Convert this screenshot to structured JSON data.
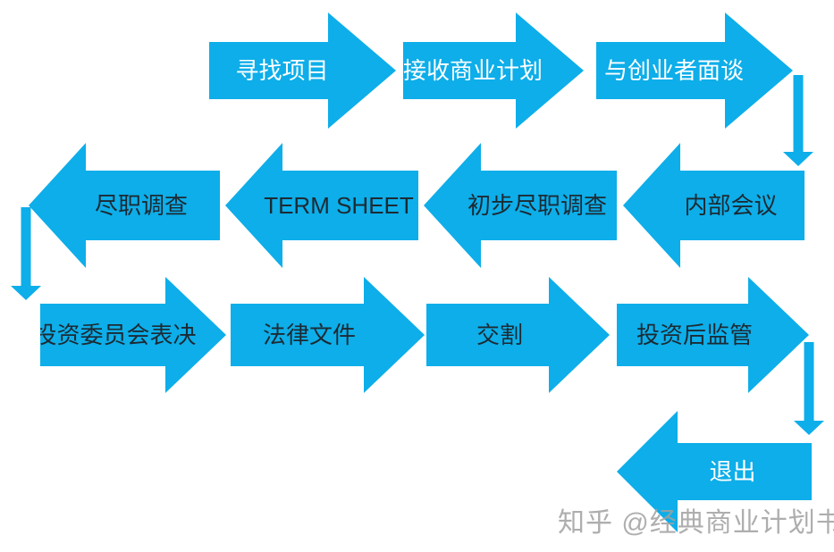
{
  "colors": {
    "arrow_blue": "#0daee9",
    "text_dark": "#1d2a33",
    "text_light": "#ffffff",
    "watermark_gray": "#a0a0a0"
  },
  "steps": {
    "find_project": "寻找项目",
    "receive_business_plan": "接收商业计划",
    "interview_founders": "与创业者面谈",
    "internal_meeting": "内部会议",
    "preliminary_due_diligence": "初步尽职调查",
    "term_sheet": "TERM SHEET",
    "due_diligence": "尽职调查",
    "investment_committee_vote": "投资委员会表决",
    "legal_documents": "法律文件",
    "closing": "交割",
    "post_investment_supervision": "投资后监管",
    "exit": "退出"
  },
  "watermark": "知乎 @经典商业计划书"
}
